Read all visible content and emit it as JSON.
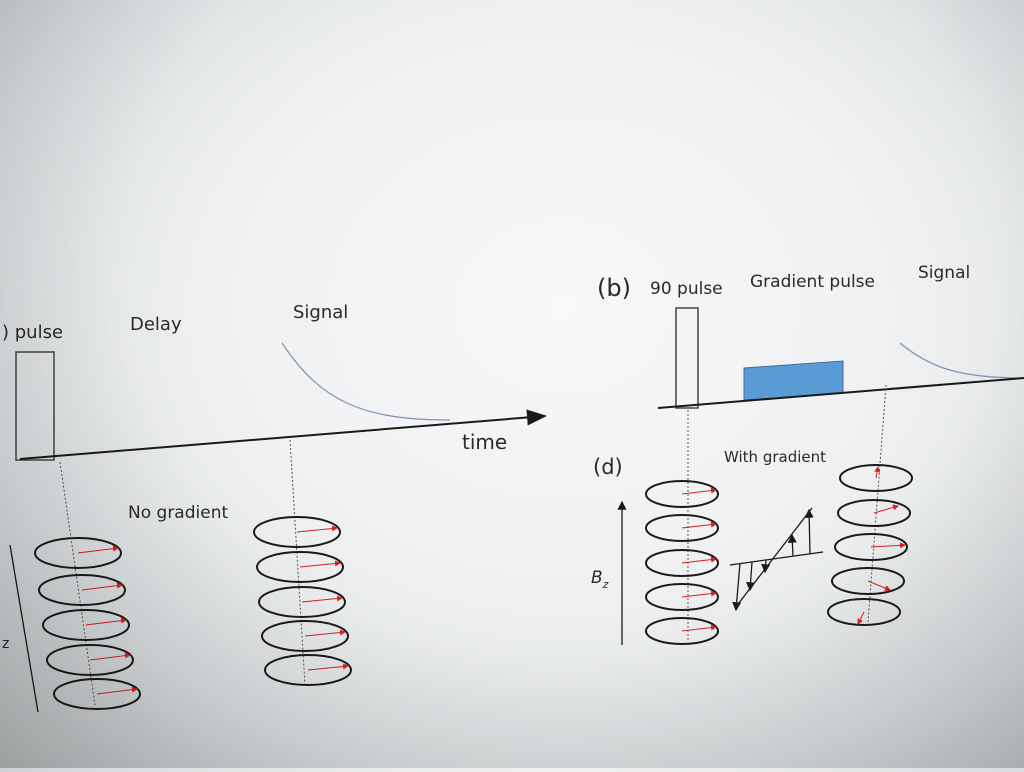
{
  "panel_a": {
    "pulse_label": ") pulse",
    "delay_label": "Delay",
    "signal_label": "Signal",
    "time_label": "time",
    "no_gradient_label": "No gradient",
    "bz_label": "z"
  },
  "panel_b": {
    "panel_letter": "(b)",
    "pulse_label": "90 pulse",
    "gradient_label": "Gradient pulse",
    "signal_label": "Signal",
    "gradient_color": "#5b9bd5"
  },
  "panel_d": {
    "panel_letter": "(d)",
    "with_gradient_label": "With gradient",
    "bz_label": "B",
    "bz_subscript": "z"
  },
  "colors": {
    "arrow_red": "#d62020",
    "line_dark": "#1a1a1a"
  }
}
